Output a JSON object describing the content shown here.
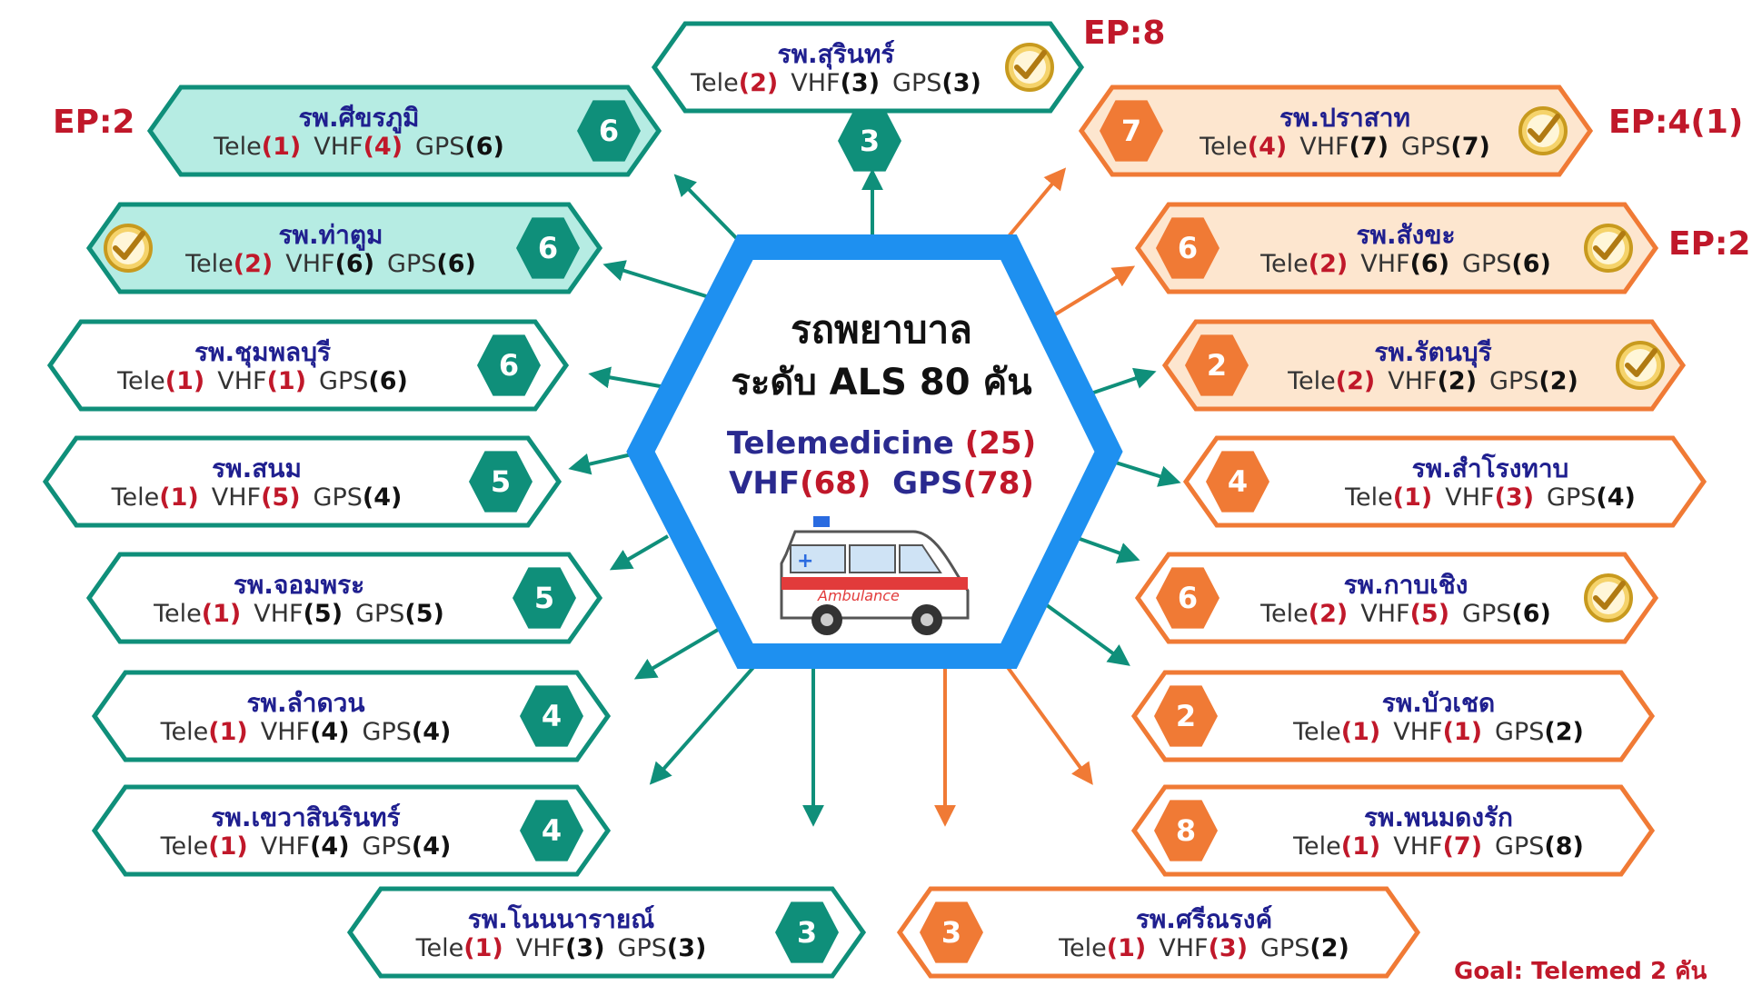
{
  "center": {
    "title_line1": "รถพยาบาล",
    "title_line2": "ระดับ ALS 80 คัน",
    "tele_label": "Telemedicine",
    "tele_value": "(25)",
    "vhf_label": "VHF",
    "vhf_value": "(68)",
    "gps_label": "GPS",
    "gps_value": "(78)",
    "ambulance_text": "Ambulance"
  },
  "ep_labels": {
    "surin": "EP:8",
    "sikhoraphum": "EP:2",
    "prasat": "EP:4(1)",
    "sangkha": "EP:2"
  },
  "goal": "Goal: Telemed 2 คัน",
  "colors": {
    "teal": "#0f8f7a",
    "orange": "#f07a35",
    "blue_hex": "#1e90f0",
    "red_text": "#c0182a",
    "navy_text": "#1f1f8f"
  },
  "hospitals": [
    {
      "id": "surin",
      "name": "รพ.สุรินทร์",
      "tele": "(2)",
      "vhf": "(3)",
      "gps": "(3)",
      "badge": "3",
      "check": true
    },
    {
      "id": "sikhoraphum",
      "name": "รพ.ศีขรภูมิ",
      "tele": "(1)",
      "vhf": "(4)",
      "gps": "(6)",
      "badge": "6",
      "check": false
    },
    {
      "id": "thatum",
      "name": "รพ.ท่าตูม",
      "tele": "(2)",
      "vhf": "(6)",
      "gps": "(6)",
      "badge": "6",
      "check": true
    },
    {
      "id": "chumphonburi",
      "name": "รพ.ชุมพลบุรี",
      "tele": "(1)",
      "vhf": "(1)",
      "gps": "(6)",
      "badge": "6",
      "check": false
    },
    {
      "id": "sanom",
      "name": "รพ.สนม",
      "tele": "(1)",
      "vhf": "(5)",
      "gps": "(4)",
      "badge": "5",
      "check": false
    },
    {
      "id": "chomphra",
      "name": "รพ.จอมพระ",
      "tele": "(1)",
      "vhf": "(5)",
      "gps": "(5)",
      "badge": "5",
      "check": false
    },
    {
      "id": "lamduan",
      "name": "รพ.ลำดวน",
      "tele": "(1)",
      "vhf": "(4)",
      "gps": "(4)",
      "badge": "4",
      "check": false
    },
    {
      "id": "khwaosinarin",
      "name": "รพ.เขวาสินรินทร์",
      "tele": "(1)",
      "vhf": "(4)",
      "gps": "(4)",
      "badge": "4",
      "check": false
    },
    {
      "id": "nonnarai",
      "name": "รพ.โนนนารายณ์",
      "tele": "(1)",
      "vhf": "(3)",
      "gps": "(3)",
      "badge": "3",
      "check": false
    },
    {
      "id": "prasat",
      "name": "รพ.ปราสาท",
      "tele": "(4)",
      "vhf": "(7)",
      "gps": "(7)",
      "badge": "7",
      "check": true
    },
    {
      "id": "sangkha",
      "name": "รพ.สังขะ",
      "tele": "(2)",
      "vhf": "(6)",
      "gps": "(6)",
      "badge": "6",
      "check": true
    },
    {
      "id": "rattanaburi",
      "name": "รพ.รัตนบุรี",
      "tele": "(2)",
      "vhf": "(2)",
      "gps": "(2)",
      "badge": "2",
      "check": true
    },
    {
      "id": "samrongthap",
      "name": "รพ.สำโรงทาบ",
      "tele": "(1)",
      "vhf": "(3)",
      "gps": "(4)",
      "badge": "4",
      "check": false
    },
    {
      "id": "kapchoeng",
      "name": "รพ.กาบเชิง",
      "tele": "(2)",
      "vhf": "(5)",
      "gps": "(6)",
      "badge": "6",
      "check": true
    },
    {
      "id": "buachet",
      "name": "รพ.บัวเชด",
      "tele": "(1)",
      "vhf": "(1)",
      "gps": "(2)",
      "badge": "2",
      "check": false
    },
    {
      "id": "phanomdongrak",
      "name": "รพ.พนมดงรัก",
      "tele": "(1)",
      "vhf": "(7)",
      "gps": "(8)",
      "badge": "8",
      "check": false
    },
    {
      "id": "sinarong",
      "name": "รพ.ศรีณรงค์",
      "tele": "(1)",
      "vhf": "(3)",
      "gps": "(2)",
      "badge": "3",
      "check": false
    }
  ]
}
